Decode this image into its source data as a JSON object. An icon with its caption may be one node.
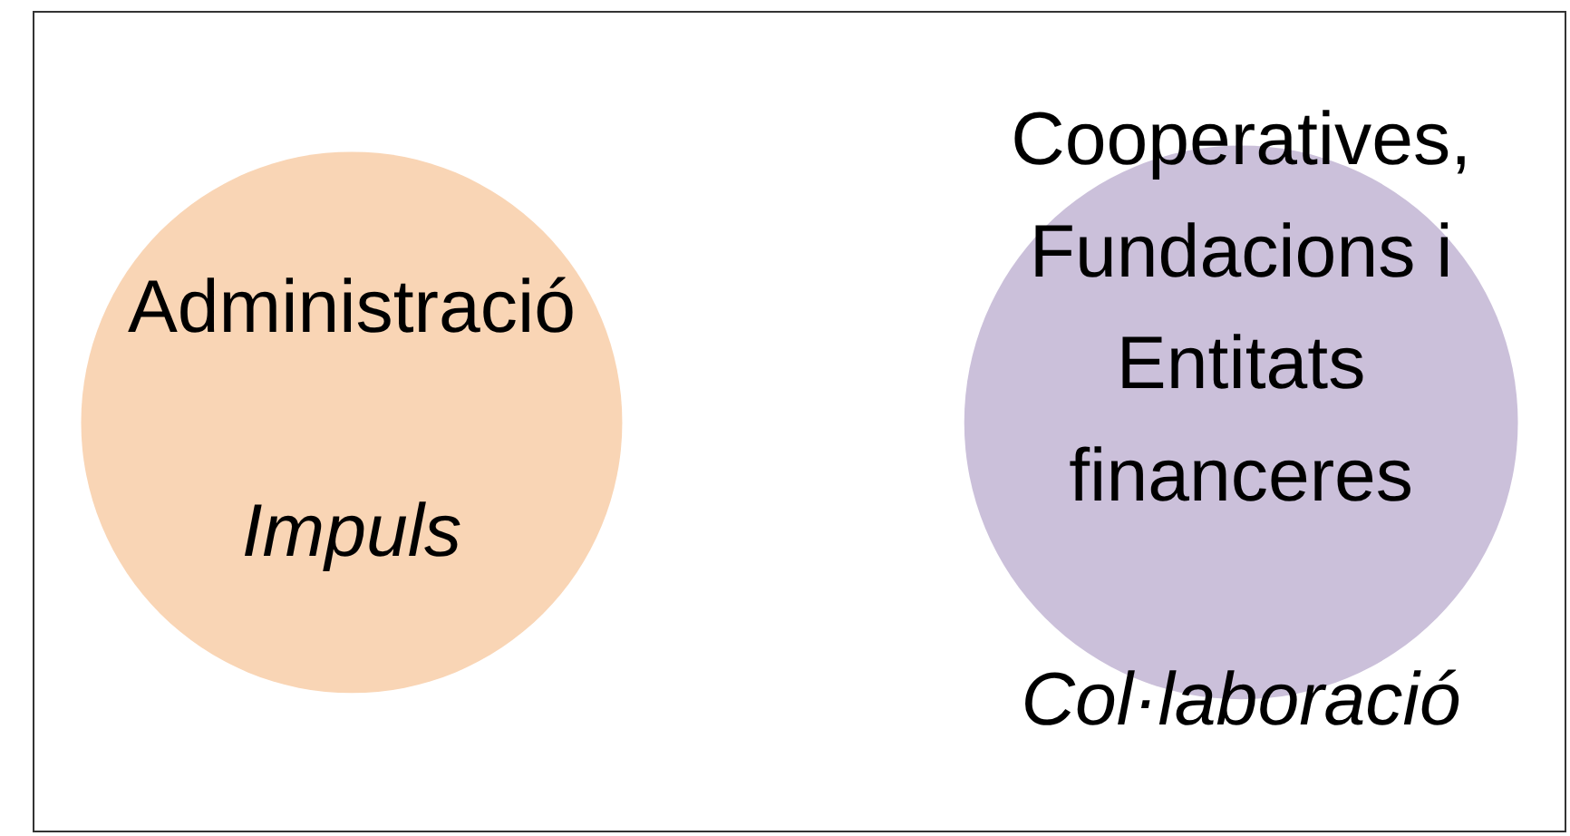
{
  "diagram": {
    "nodes": [
      {
        "text": [
          "Administració",
          "Impuls"
        ]
      },
      {
        "text": [
          "Cooperatives, Fundacions i Entitats financeres",
          "Col·laboració"
        ]
      }
    ]
  }
}
